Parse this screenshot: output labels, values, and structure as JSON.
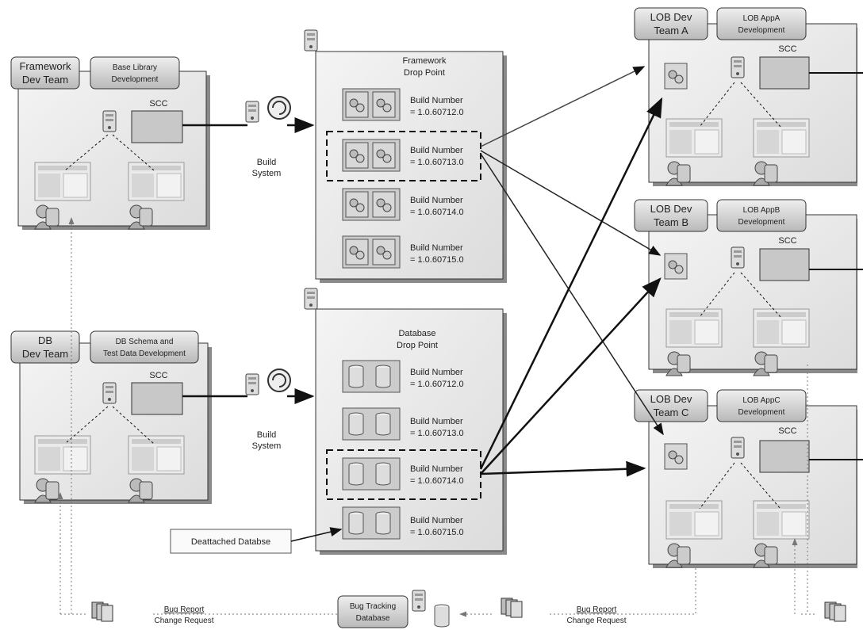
{
  "framework_team": {
    "team_label": [
      "Framework",
      "Dev Team"
    ],
    "dev_label": [
      "Base Library",
      "Development"
    ],
    "scc": "SCC"
  },
  "db_team": {
    "team_label": [
      "DB",
      "Dev Team"
    ],
    "dev_label": [
      "DB Schema and",
      "Test Data Development"
    ],
    "scc": "SCC"
  },
  "build_systems": [
    {
      "label": [
        "Build",
        "System"
      ]
    },
    {
      "label": [
        "Build",
        "System"
      ]
    }
  ],
  "framework_drop": {
    "title": [
      "Framework",
      "Drop Point"
    ],
    "builds": [
      [
        "Build Number",
        "= 1.0.60712.0"
      ],
      [
        "Build Number",
        "= 1.0.60713.0"
      ],
      [
        "Build Number",
        "= 1.0.60714.0"
      ],
      [
        "Build Number",
        "= 1.0.60715.0"
      ]
    ]
  },
  "database_drop": {
    "title": [
      "Database",
      "Drop Point"
    ],
    "builds": [
      [
        "Build Number",
        "= 1.0.60712.0"
      ],
      [
        "Build Number",
        "= 1.0.60713.0"
      ],
      [
        "Build Number",
        "= 1.0.60714.0"
      ],
      [
        "Build Number",
        "= 1.0.60715.0"
      ]
    ]
  },
  "detached_db": "Deattached Databse",
  "lob_teams": [
    {
      "team_label": [
        "LOB Dev",
        "Team A"
      ],
      "dev_label": [
        "LOB AppA",
        "Development"
      ],
      "scc": "SCC"
    },
    {
      "team_label": [
        "LOB Dev",
        "Team B"
      ],
      "dev_label": [
        "LOB AppB",
        "Development"
      ],
      "scc": "SCC"
    },
    {
      "team_label": [
        "LOB Dev",
        "Team C"
      ],
      "dev_label": [
        "LOB AppC",
        "Development"
      ],
      "scc": "SCC"
    }
  ],
  "bug_tracking": {
    "label": [
      "Bug Tracking",
      "Database"
    ],
    "left_report": [
      "Bug Report",
      "Change Request"
    ],
    "right_report": [
      "Bug Report",
      "Change Request"
    ]
  }
}
